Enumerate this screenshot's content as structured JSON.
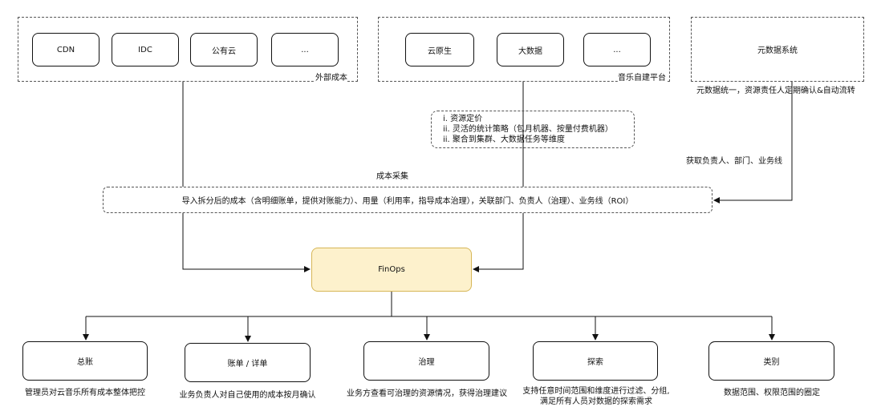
{
  "external_cost": {
    "label": "外部成本",
    "items": [
      "CDN",
      "IDC",
      "公有云",
      "..."
    ]
  },
  "music_platform": {
    "label": "音乐自建平台",
    "items": [
      "云原生",
      "大数据",
      "..."
    ]
  },
  "metadata_system": {
    "label": "元数据系统",
    "note": "元数据统一，资源责任人定期确认&自动流转",
    "edge_label": "获取负责人、部门、业务线"
  },
  "pricing_notes": [
    "i. 资源定价",
    "ii. 灵活的统计策略（包月机器、按量付费机器）",
    "ii. 聚合到集群、大数据任务等维度"
  ],
  "collection": {
    "title": "成本采集",
    "text": "导入拆分后的成本（含明细账单，提供对账能力）、用量（利用率，指导成本治理），关联部门、负责人（治理）、业务线（ROI）"
  },
  "center": {
    "label": "FinOps",
    "fill": "#fdf1cc",
    "stroke": "#d6b656"
  },
  "outputs": [
    {
      "label": "总账",
      "caption": "管理员对云音乐所有成本整体把控"
    },
    {
      "label": "账单 / 详单",
      "caption": "业务负责人对自己使用的成本按月确认"
    },
    {
      "label": "治理",
      "caption": "业务方查看可治理的资源情况，获得治理建议"
    },
    {
      "label": "探索",
      "caption": "支持任意时间范围和维度进行过滤、分组,\n满足所有人员对数据的探索需求"
    },
    {
      "label": "类别",
      "caption": "数据范围、权限范围的圈定"
    }
  ]
}
